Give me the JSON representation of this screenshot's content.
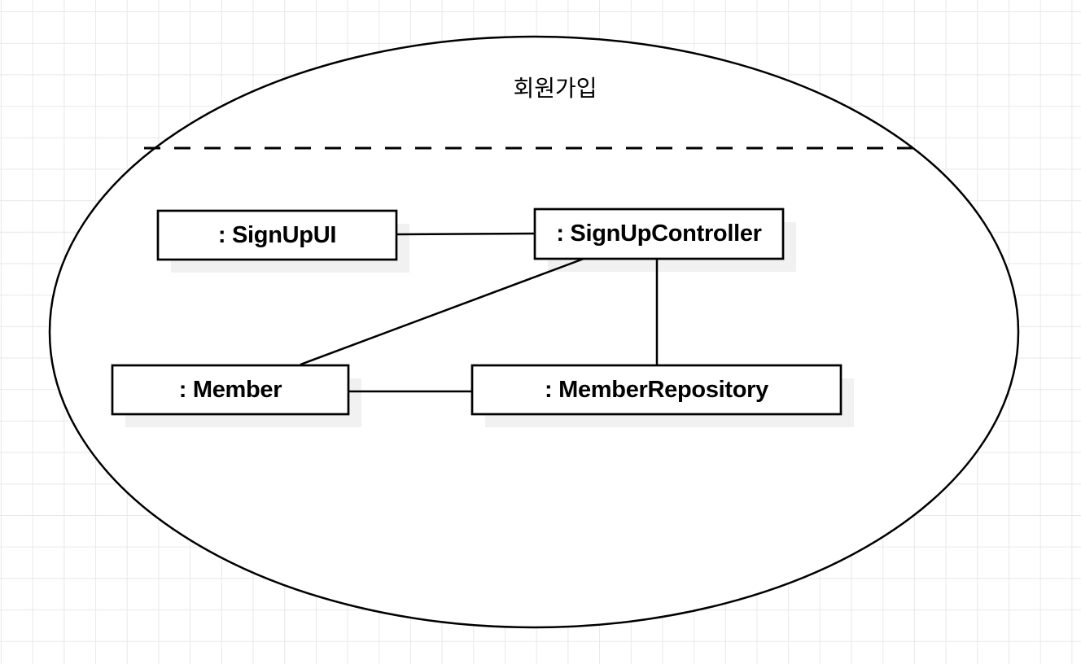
{
  "diagram": {
    "type": "uml-collaboration-use-case",
    "use_case": {
      "title": "회원가입"
    },
    "objects": [
      {
        "id": "signupui",
        "label": ": SignUpUI"
      },
      {
        "id": "signupcontroller",
        "label": ": SignUpController"
      },
      {
        "id": "member",
        "label": ": Member"
      },
      {
        "id": "memberrepository",
        "label": ": MemberRepository"
      }
    ],
    "connections": [
      {
        "from": ": SignUpUI",
        "to": ": SignUpController"
      },
      {
        "from": ": SignUpController",
        "to": ": Member"
      },
      {
        "from": ": SignUpController",
        "to": ": MemberRepository"
      },
      {
        "from": ": Member",
        "to": ": MemberRepository"
      }
    ],
    "colors": {
      "stroke": "#000000",
      "shape_fill": "#ffffff",
      "shadow": "#f1f1f1",
      "grid_line": "#e8e8e8",
      "canvas_background": "#ffffff",
      "text": "#000000"
    }
  }
}
